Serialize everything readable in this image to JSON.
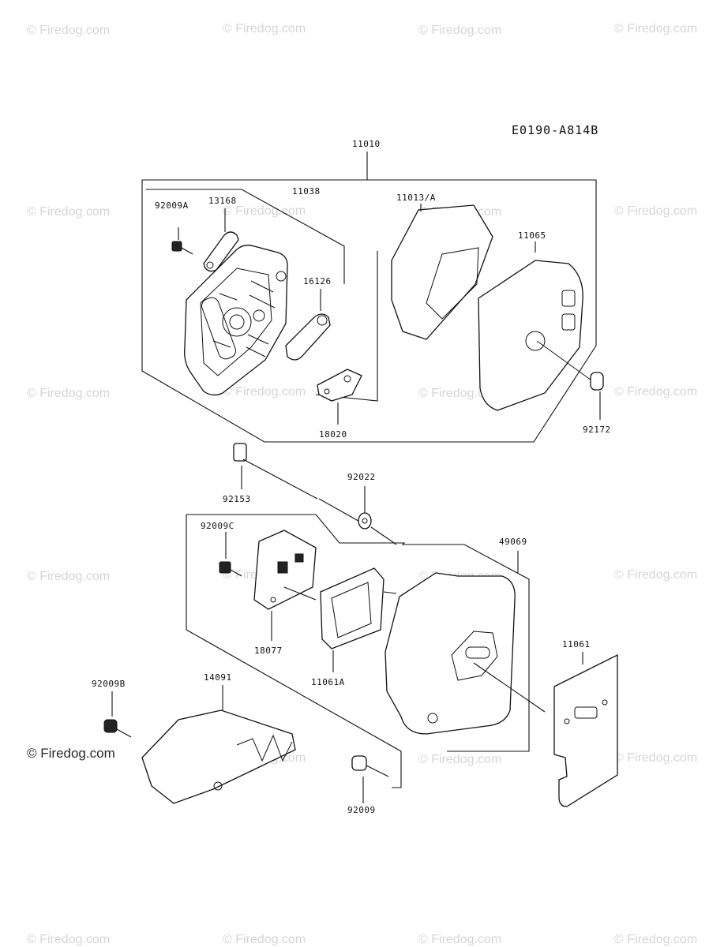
{
  "reference_code": "E0190-A814B",
  "watermark_text": "© Firedog.com",
  "parts": {
    "p11010": "11010",
    "p92009A": "92009A",
    "p13168": "13168",
    "p11038": "11038",
    "p11013A": "11013/A",
    "p11065": "11065",
    "p16126": "16126",
    "p18020": "18020",
    "p92172": "92172",
    "p92153": "92153",
    "p92022": "92022",
    "p92009C": "92009C",
    "p49069": "49069",
    "p18077": "18077",
    "p11061A": "11061A",
    "p11061": "11061",
    "p92009B": "92009B",
    "p14091": "14091",
    "p92009": "92009"
  },
  "icons": {
    "copyright": "copyright-icon"
  }
}
